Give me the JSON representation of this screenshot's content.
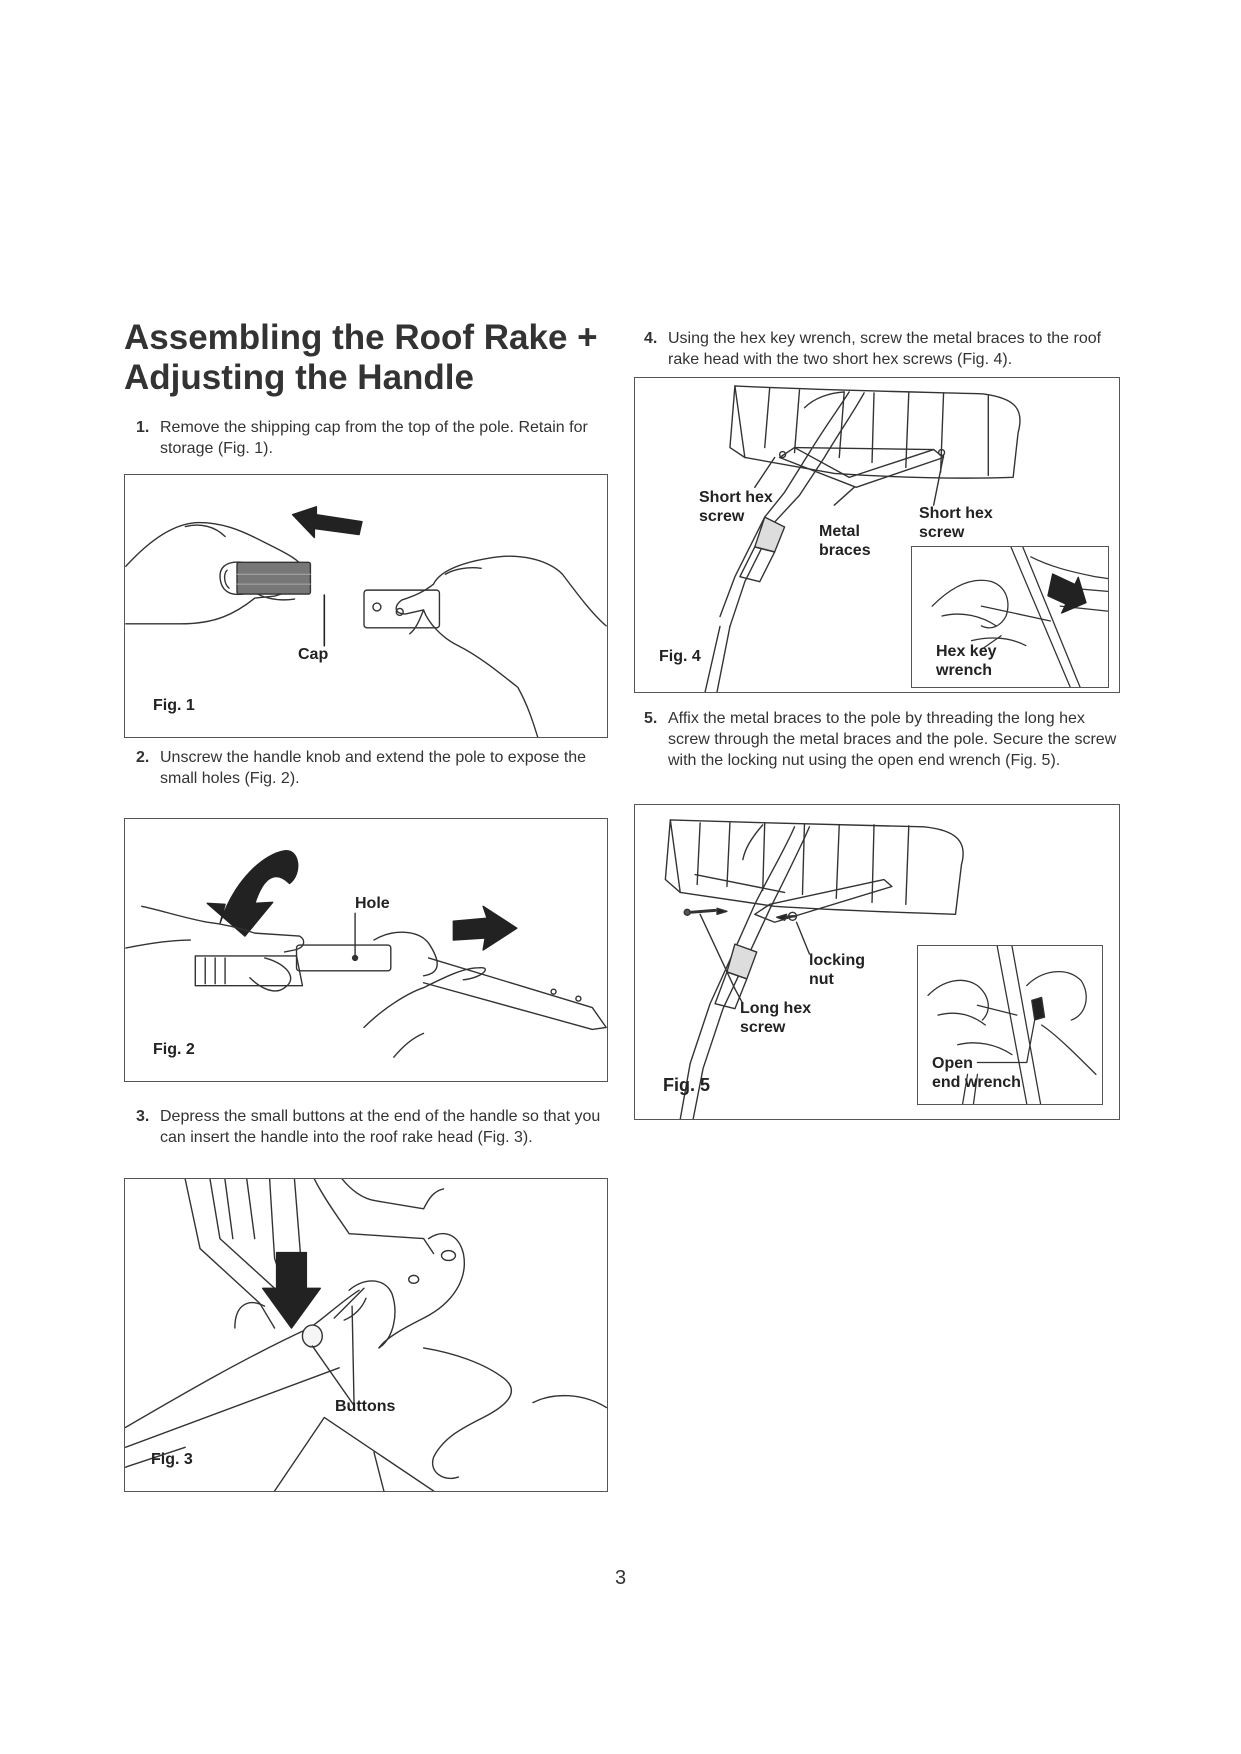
{
  "title": {
    "line1": "Assembling the Roof Rake +",
    "line2": "Adjusting the Handle"
  },
  "steps": [
    {
      "num": "1.",
      "text": "Remove the shipping cap from the top of the pole. Retain for storage (Fig. 1)."
    },
    {
      "num": "2.",
      "text": "Unscrew the handle knob and extend the pole to expose the small holes (Fig. 2)."
    },
    {
      "num": "3.",
      "text": "Depress the small buttons at the end of the handle so that you can insert the handle into the roof rake head (Fig. 3)."
    },
    {
      "num": "4.",
      "text": "Using the hex key wrench, screw the metal braces to the roof rake head with the two short hex screws (Fig. 4)."
    },
    {
      "num": "5.",
      "text": "Affix the metal braces to the pole by threading the long hex screw through the metal braces and the pole. Secure the screw with the locking nut using the open end wrench (Fig. 5)."
    }
  ],
  "figures": {
    "fig1": {
      "label": "Fig. 1",
      "callouts": {
        "cap": "Cap"
      }
    },
    "fig2": {
      "label": "Fig. 2",
      "callouts": {
        "hole": "Hole"
      }
    },
    "fig3": {
      "label": "Fig. 3",
      "callouts": {
        "buttons": "Buttons"
      }
    },
    "fig4": {
      "label": "Fig. 4",
      "callouts": {
        "short_hex_left": "Short hex\nscrew",
        "short_hex_right": "Short hex\nscrew",
        "metal_braces": "Metal\nbraces",
        "hex_key": "Hex key\nwrench"
      }
    },
    "fig5": {
      "label": "Fig. 5",
      "callouts": {
        "locking_nut": "locking\nnut",
        "long_hex": "Long hex\nscrew",
        "open_end": "Open\nend wrench"
      }
    }
  },
  "page_number": "3"
}
